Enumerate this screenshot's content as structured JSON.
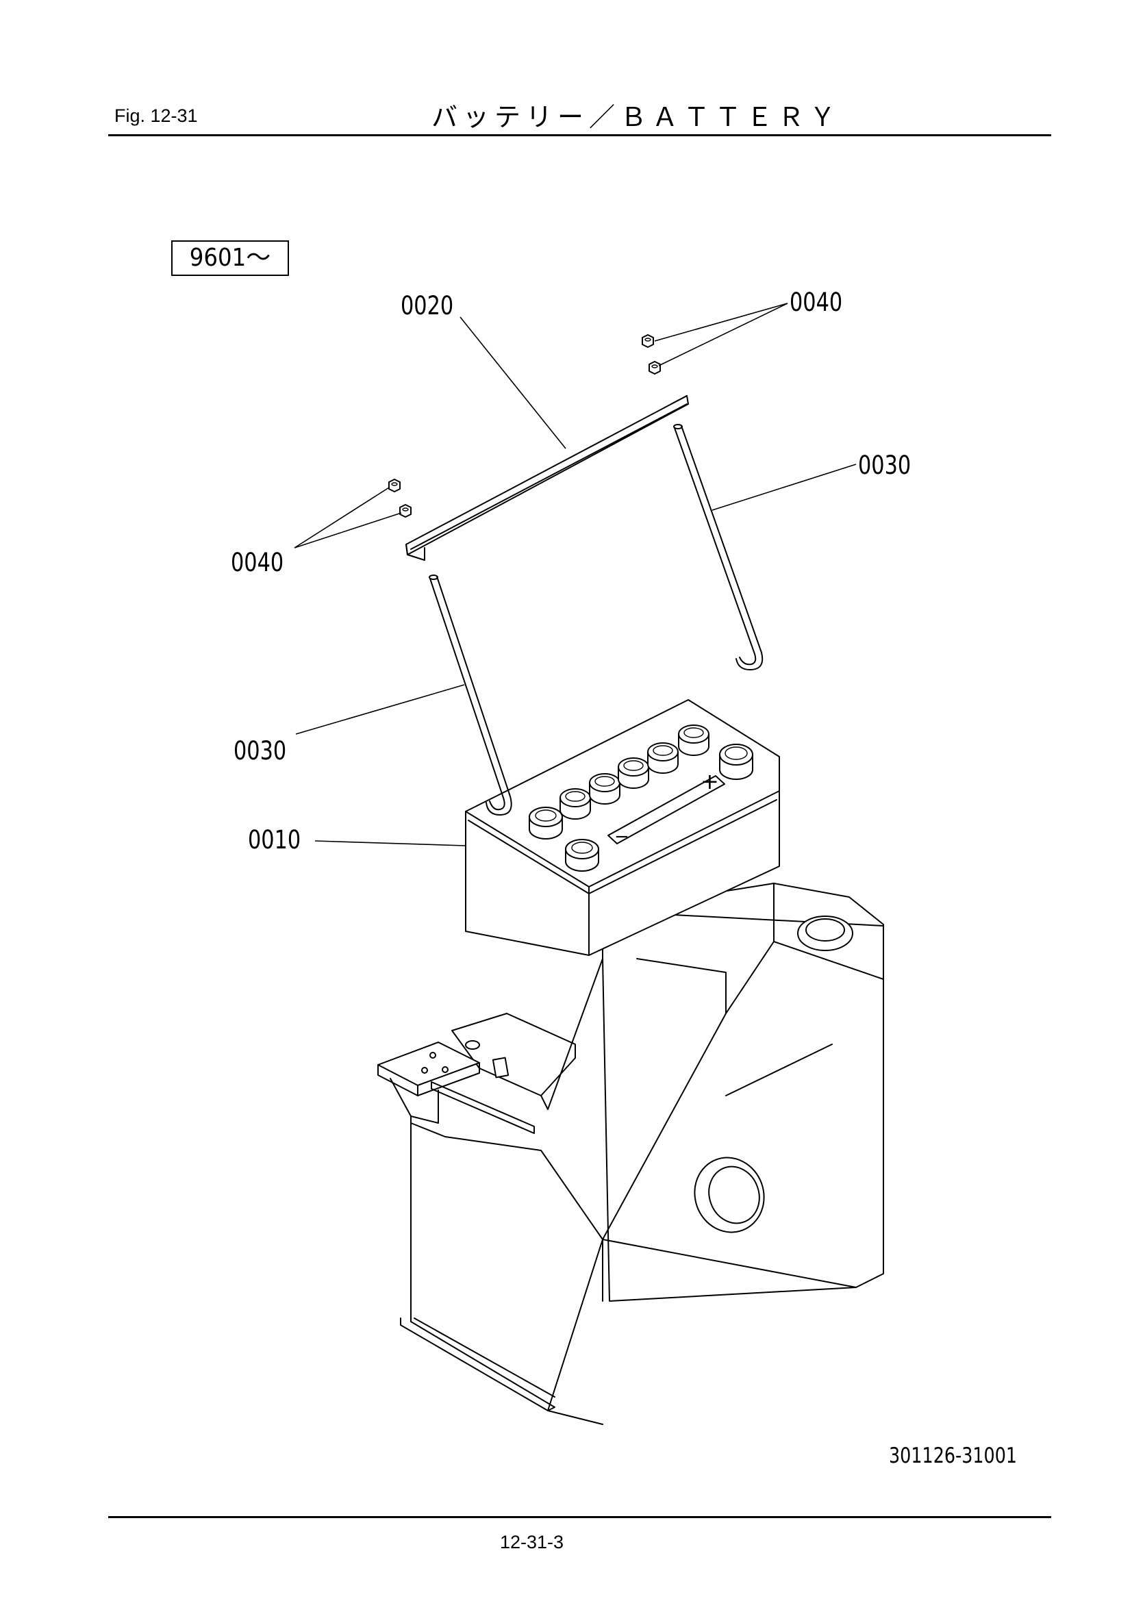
{
  "header": {
    "fig_label": "Fig.  12-31",
    "title": "バッテリー／ＢＡＴＴＥＲＹ"
  },
  "serial_box": "9601〜",
  "callouts": {
    "c0020": "0020",
    "c0040_top": "0040",
    "c0040_left": "0040",
    "c0030_right": "0030",
    "c0030_left": "0030",
    "c0010": "0010"
  },
  "battery_marks": {
    "plus": "+",
    "minus": "−"
  },
  "drawing_number": "301126-31001",
  "footer": {
    "page_number": "12-31-3"
  }
}
